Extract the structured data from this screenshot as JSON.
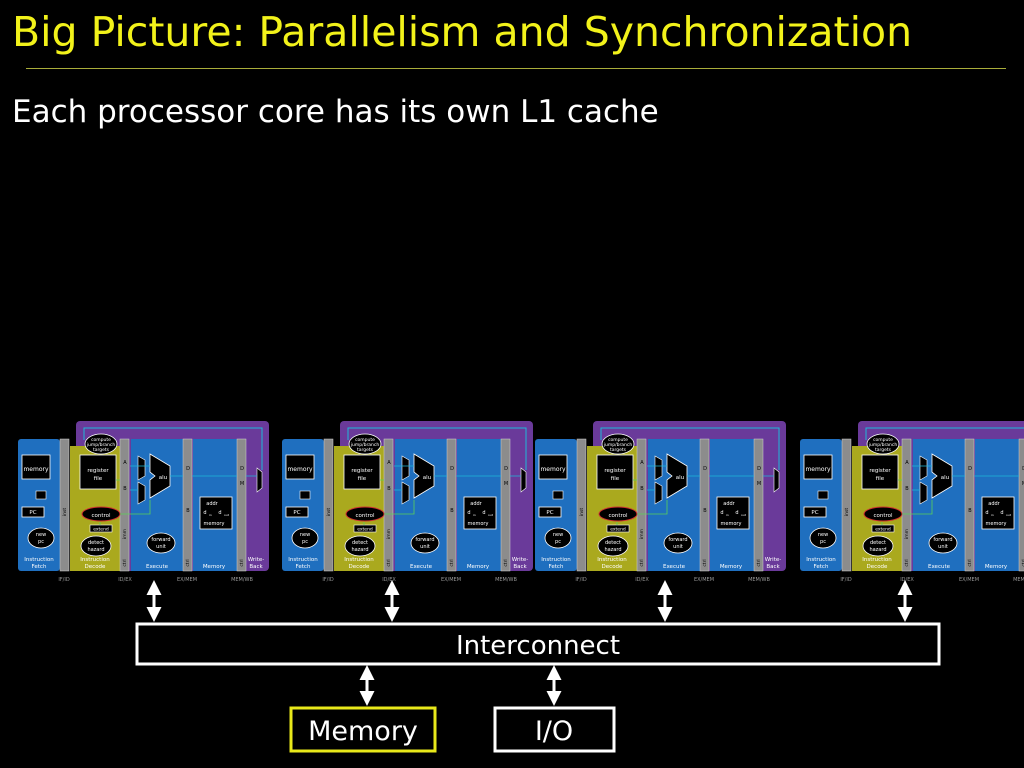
{
  "slide": {
    "title": "Big Picture: Parallelism and Synchronization",
    "bullet": "Each processor core has its own L1 cache"
  },
  "core": {
    "labels": {
      "compute": [
        "compute",
        "jump/branch",
        "targets"
      ],
      "memory": "memory",
      "register_file": [
        "register",
        "file"
      ],
      "alu": "alu",
      "pc": "PC",
      "control": "control",
      "extend": "extend",
      "new_pc": [
        "new",
        "pc"
      ],
      "detect_hazard": [
        "detect",
        "hazard"
      ],
      "forward_unit": [
        "forward",
        "unit"
      ],
      "data_memory": [
        "addr",
        "d",
        "in",
        "d",
        "out",
        "memory"
      ],
      "inst": "inst",
      "imm": "imm",
      "ctrl": "ctrl",
      "reg_a": "A",
      "reg_b": "B",
      "reg_d": "D",
      "reg_m": "M",
      "stages": [
        "Instruction",
        "Fetch",
        "Instruction",
        "Decode",
        "Execute",
        "Memory",
        "Write-",
        "Back"
      ],
      "pipeline_regs": [
        "IF/ID",
        "ID/EX",
        "EX/MEM",
        "MEM/WB"
      ]
    }
  },
  "interconnect": {
    "label": "Interconnect"
  },
  "memory": {
    "label": "Memory"
  },
  "io": {
    "label": "I/O"
  },
  "colors": {
    "title": "#f2f21a",
    "stage_if": "#1f6fbf",
    "stage_id": "#aaa91e",
    "stage_ex": "#1f6fbf",
    "stage_mem": "#1f6fbf",
    "stage_wb_overlay": "#6a3a9a",
    "pipeline_reg": "#8c8c8c",
    "memory_border": "#e8e81a",
    "wire": "#1fb8d8"
  }
}
